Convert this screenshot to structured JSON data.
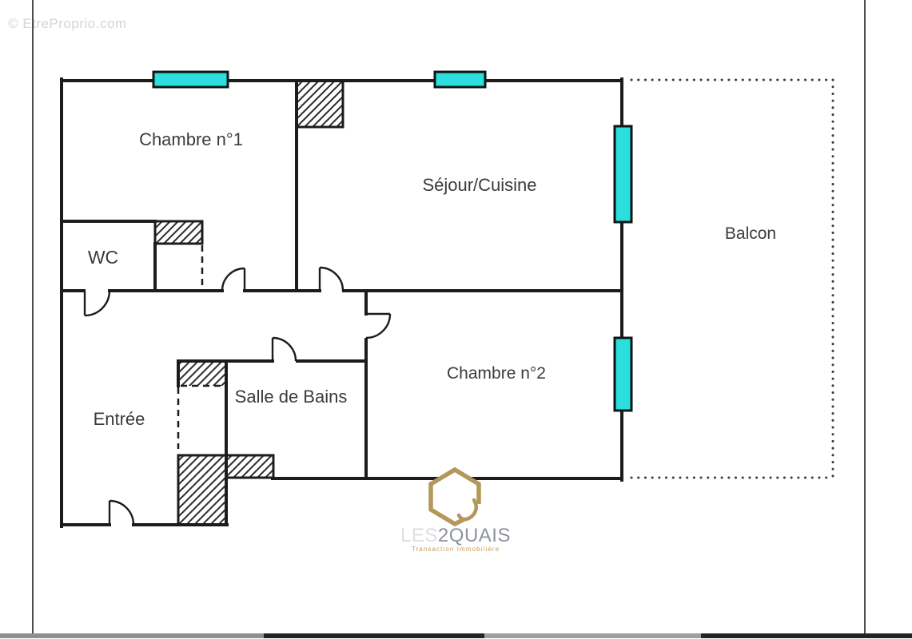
{
  "watermark": {
    "text": "© EtreProprio.com"
  },
  "plan": {
    "type": "apartment-floor-plan",
    "rooms": {
      "chambre1": {
        "label": "Chambre n°1"
      },
      "sejour": {
        "label": "Séjour/Cuisine"
      },
      "balcon": {
        "label": "Balcon"
      },
      "wc": {
        "label": "WC"
      },
      "chambre2": {
        "label": "Chambre n°2"
      },
      "salle_de_bains": {
        "label": "Salle de Bains"
      },
      "entree": {
        "label": "Entrée"
      }
    },
    "features": {
      "windows": 4,
      "doors": 6,
      "balcony_boundary": "dotted",
      "closets_hatched": 5
    },
    "colors": {
      "wall": "#1c1c1c",
      "window_fill": "#2adfdc",
      "window_border": "#0d1616",
      "dotted_line": "#3c3c3c",
      "label_text": "#3b3b3b",
      "watermark": "#d4d4d4"
    }
  },
  "logo": {
    "prefix": "LES",
    "name": "2QUAIS",
    "tagline": "Transaction Immobilière",
    "gold": "#b4975a",
    "name_color": "#8d9399",
    "prefix_color": "#dcdee0"
  }
}
